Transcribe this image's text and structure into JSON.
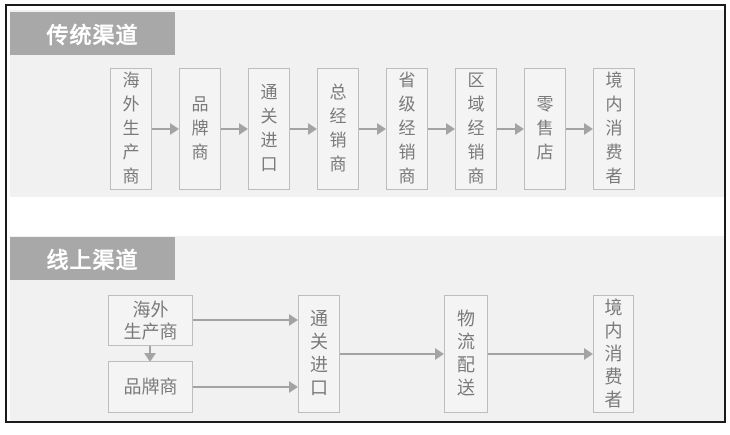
{
  "colors": {
    "frame_border": "#1b1b1b",
    "section_bg": "#f1f1f1",
    "header_bg": "#a8a8a8",
    "header_text": "#ffffff",
    "node_bg": "#f4f4f4",
    "node_border": "#bdbdbd",
    "node_text": "#7a7a7a",
    "arrow": "#a3a3a3"
  },
  "traditional": {
    "title": "传统渠道",
    "steps": [
      "海外生产商",
      "品牌商",
      "通关进口",
      "总经销商",
      "省级经销商",
      "区域经销商",
      "零售店",
      "境内消费者"
    ]
  },
  "online": {
    "title": "线上渠道",
    "nodes": {
      "overseas_manufacturer": {
        "line1": "海外",
        "line2": "生产商"
      },
      "brand": {
        "label": "品牌商"
      },
      "customs_import": {
        "label": "通关进口"
      },
      "logistics": {
        "label": "物流配送"
      },
      "consumer": {
        "label": "境内消费者"
      }
    }
  }
}
